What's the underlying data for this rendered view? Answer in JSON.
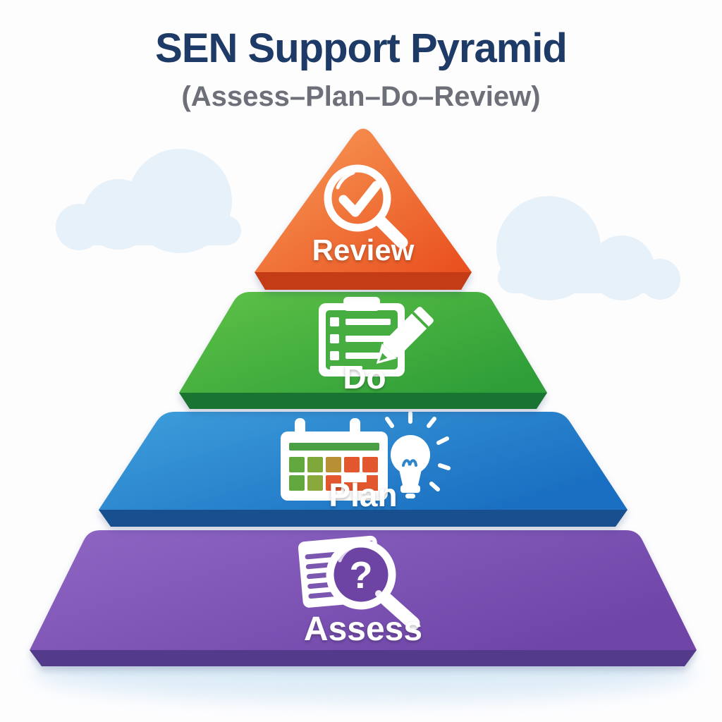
{
  "header": {
    "title": "SEN Support Pyramid",
    "subtitle": "(Assess–Plan–Do–Review)"
  },
  "text_colors": {
    "title": "#1e3a66",
    "subtitle": "#6d7079",
    "level_label": "#ffffff"
  },
  "background": {
    "cloud_color": "#e7f1fa",
    "glow_color": "#d8e9f6"
  },
  "levels": [
    {
      "label": "Review",
      "icon": "magnifier-check-icon",
      "color_from": "#f89d5a",
      "color_to": "#e94e1d",
      "edge_color": "#c43c16"
    },
    {
      "label": "Do",
      "icon": "clipboard-checklist-pencil-icon",
      "color_from": "#5ec247",
      "color_to": "#2f9e38",
      "edge_color": "#1a7431",
      "icon_inner_color": "#46ae40"
    },
    {
      "label": "Plan",
      "icon": "calendar-lightbulb-icon",
      "color_from": "#3f9fdb",
      "color_to": "#1a6fc2",
      "edge_color": "#184f8e",
      "calendar_bar_color": "#4a9f44",
      "bulb_filament_color": "#2f86c9",
      "calendar_cells_row1": [
        "#62a83e",
        "#7fa83b",
        "#b98f33",
        "#e2572e",
        "#e2572e"
      ],
      "calendar_cells_row2": [
        "#62a83e",
        "#8aa83b",
        "#e2572e",
        "#e2572e"
      ]
    },
    {
      "label": "Assess",
      "icon": "document-magnifier-question-icon",
      "color_from": "#8f66c4",
      "color_to": "#6f46a8",
      "edge_color": "#543a8a",
      "lens_color": "#6d44a4",
      "line_color": "#7b57b0",
      "question_mark": "?"
    }
  ]
}
